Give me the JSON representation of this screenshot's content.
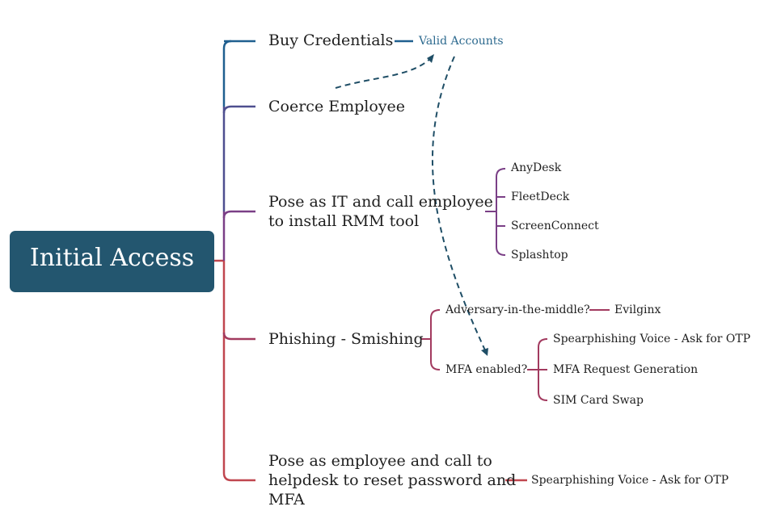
{
  "root": {
    "label": "Initial Access"
  },
  "branches": {
    "buy_credentials": {
      "label": "Buy Credentials",
      "child": "Valid Accounts"
    },
    "coerce_employee": {
      "label": "Coerce Employee"
    },
    "pose_as_it": {
      "line1": "Pose as IT and call employee",
      "line2": "to install RMM tool",
      "tools": [
        "AnyDesk",
        "FleetDeck",
        "ScreenConnect",
        "Splashtop"
      ]
    },
    "phishing": {
      "label": "Phishing - Smishing",
      "aitm": {
        "label": "Adversary-in-the-middle?",
        "child": "Evilginx"
      },
      "mfa": {
        "label": "MFA enabled?",
        "children": [
          "Spearphishing Voice - Ask for OTP",
          "MFA Request Generation",
          "SIM Card Swap"
        ]
      }
    },
    "pose_as_employee": {
      "line1": "Pose as employee and call to",
      "line2": "helpdesk to reset password and",
      "line3": "MFA",
      "child": "Spearphishing Voice - Ask for OTP"
    }
  },
  "colors": {
    "root": "#23566f",
    "blue": "#1f5f8f",
    "indigo": "#4e4f8f",
    "purple": "#7a3f86",
    "crimson": "#a23a5f",
    "red": "#c0464f",
    "arrow": "#1f4e66"
  }
}
